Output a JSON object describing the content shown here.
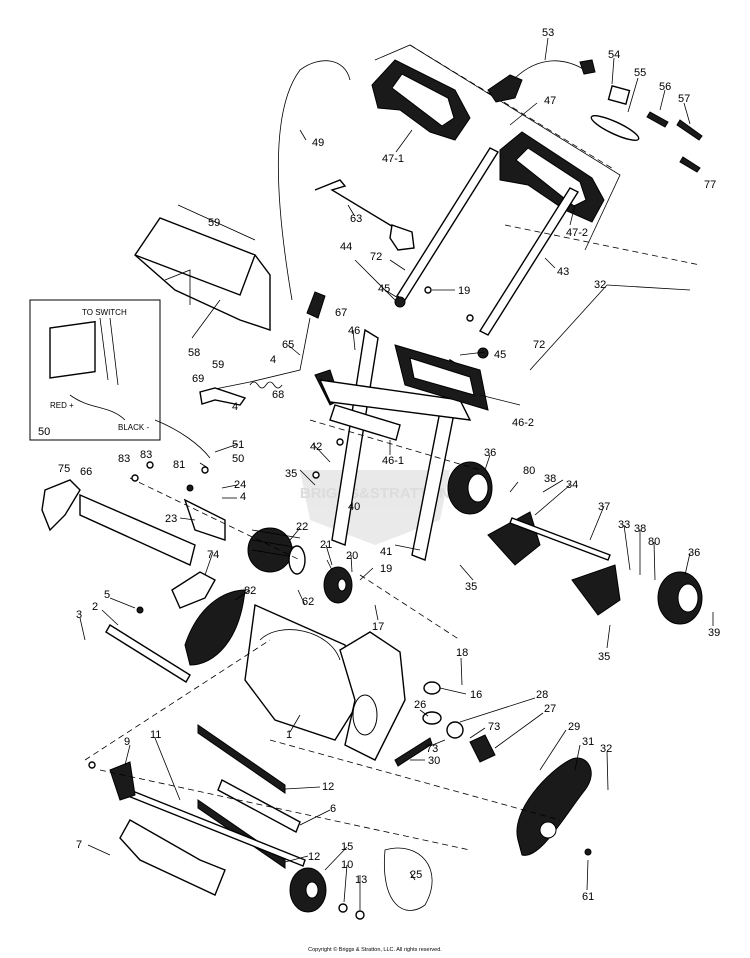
{
  "inset": {
    "to_switch": "TO SWITCH",
    "red": "RED +",
    "black": "BLACK -",
    "number": "50"
  },
  "watermark": "BRIGGS&STRATTON",
  "copyright": "Copyright © Briggs & Stratton, LLC. All rights reserved.",
  "callouts": [
    "53",
    "54",
    "55",
    "56",
    "57",
    "47",
    "77",
    "47-1",
    "49",
    "47-2",
    "63",
    "59",
    "44",
    "72",
    "43",
    "32",
    "19",
    "45",
    "67",
    "46",
    "72",
    "45",
    "58",
    "65",
    "59",
    "69",
    "4",
    "68",
    "4",
    "46-2",
    "46-1",
    "42",
    "36",
    "80",
    "38",
    "34",
    "35",
    "50",
    "51",
    "83",
    "83",
    "81",
    "24",
    "75",
    "66",
    "4",
    "23",
    "40",
    "22",
    "37",
    "33",
    "38",
    "80",
    "36",
    "41",
    "35",
    "74",
    "21",
    "20",
    "19",
    "62",
    "82",
    "17",
    "5",
    "2",
    "3",
    "39",
    "35",
    "18",
    "1",
    "16",
    "28",
    "26",
    "27",
    "73",
    "73",
    "29",
    "31",
    "32",
    "30",
    "9",
    "11",
    "12",
    "6",
    "7",
    "12",
    "15",
    "10",
    "25",
    "13",
    "61"
  ]
}
